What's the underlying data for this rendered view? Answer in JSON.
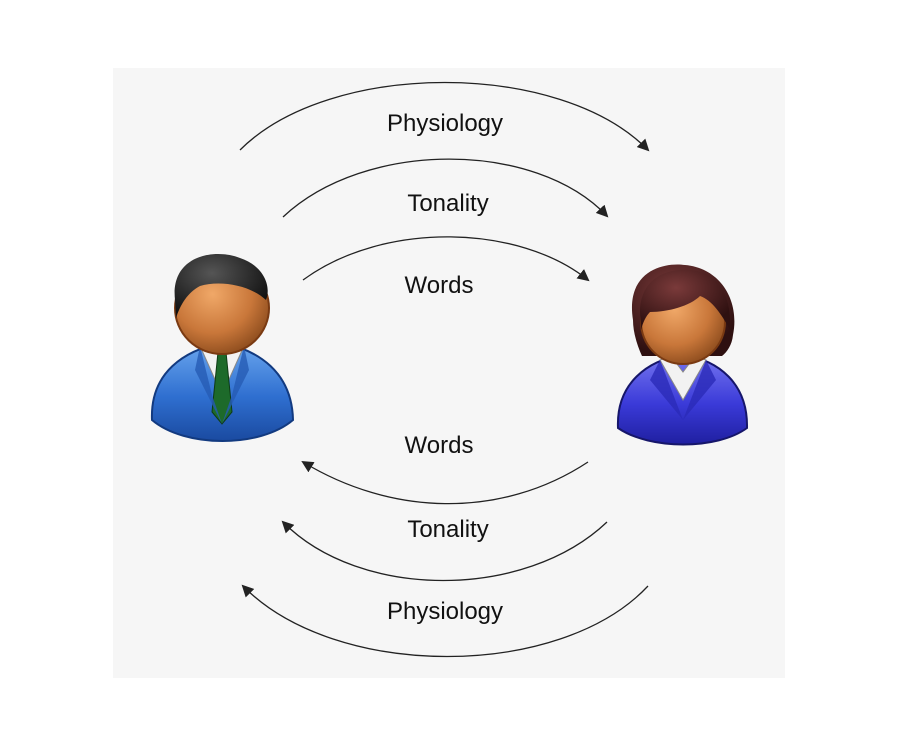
{
  "colors": {
    "panel_background": "#f6f6f6",
    "arrow": "#222222",
    "label_text": "#111111",
    "male_suit": "#2f6fd0",
    "male_tie": "#1d6a2a",
    "female_suit": "#3a3ad8",
    "skin": "#c9773a",
    "male_hair": "#1b1b1b",
    "female_hair": "#4a1e1e"
  },
  "figures": {
    "left": {
      "icon": "male-person-icon"
    },
    "right": {
      "icon": "female-person-icon"
    }
  },
  "arrows": {
    "outgoing": [
      {
        "label": "Physiology"
      },
      {
        "label": "Tonality"
      },
      {
        "label": "Words"
      }
    ],
    "incoming": [
      {
        "label": "Words"
      },
      {
        "label": "Tonality"
      },
      {
        "label": "Physiology"
      }
    ]
  }
}
